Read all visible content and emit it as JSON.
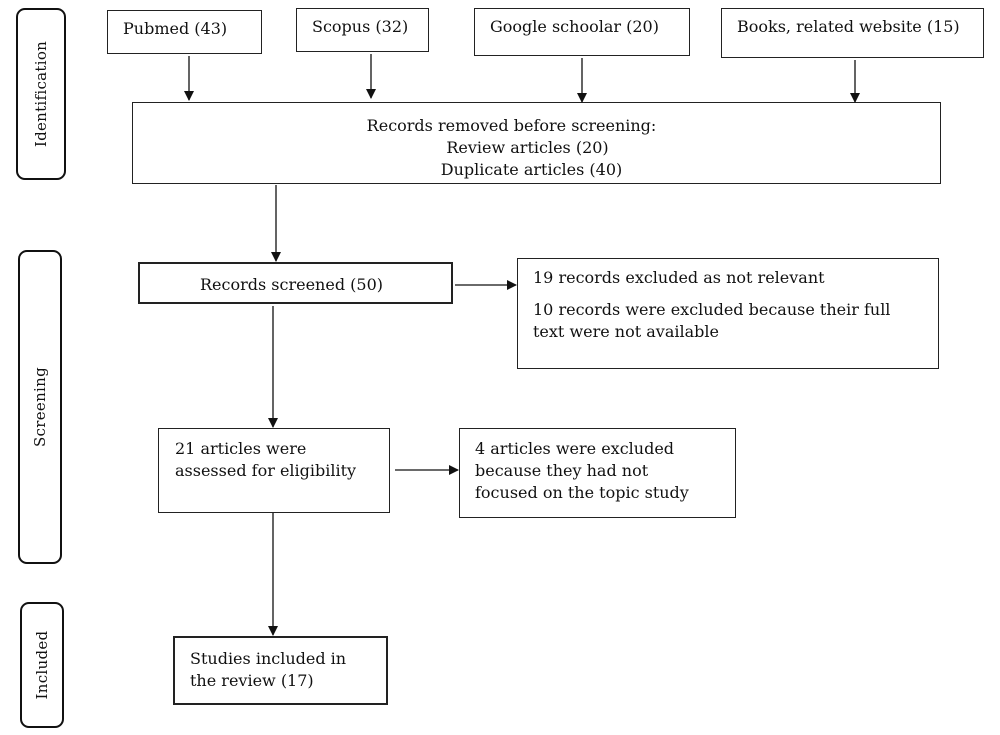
{
  "stages": {
    "identification": "Identification",
    "screening": "Screening",
    "included": "Included"
  },
  "sources": [
    {
      "label": "Pubmed (43)"
    },
    {
      "label": "Scopus (32)"
    },
    {
      "label": "Google schoolar (20)"
    },
    {
      "label": "Books, related website (15)"
    }
  ],
  "removed": {
    "heading": "Records removed before screening:",
    "review": "Review articles (20)",
    "duplicate": "Duplicate articles (40)"
  },
  "screened": {
    "label": "Records screened (50)"
  },
  "excluded_screening": {
    "line1": "19 records excluded as not relevant",
    "line2a": "10 records were excluded because their full",
    "line2b": "text were not available"
  },
  "eligibility": {
    "line1": "21 articles were",
    "line2": "assessed for eligibility"
  },
  "excluded_eligibility": {
    "line1": "4 articles were excluded",
    "line2": "because they had not",
    "line3": "focused on the topic study"
  },
  "included": {
    "line1": "Studies included in",
    "line2": "the review (17)"
  }
}
